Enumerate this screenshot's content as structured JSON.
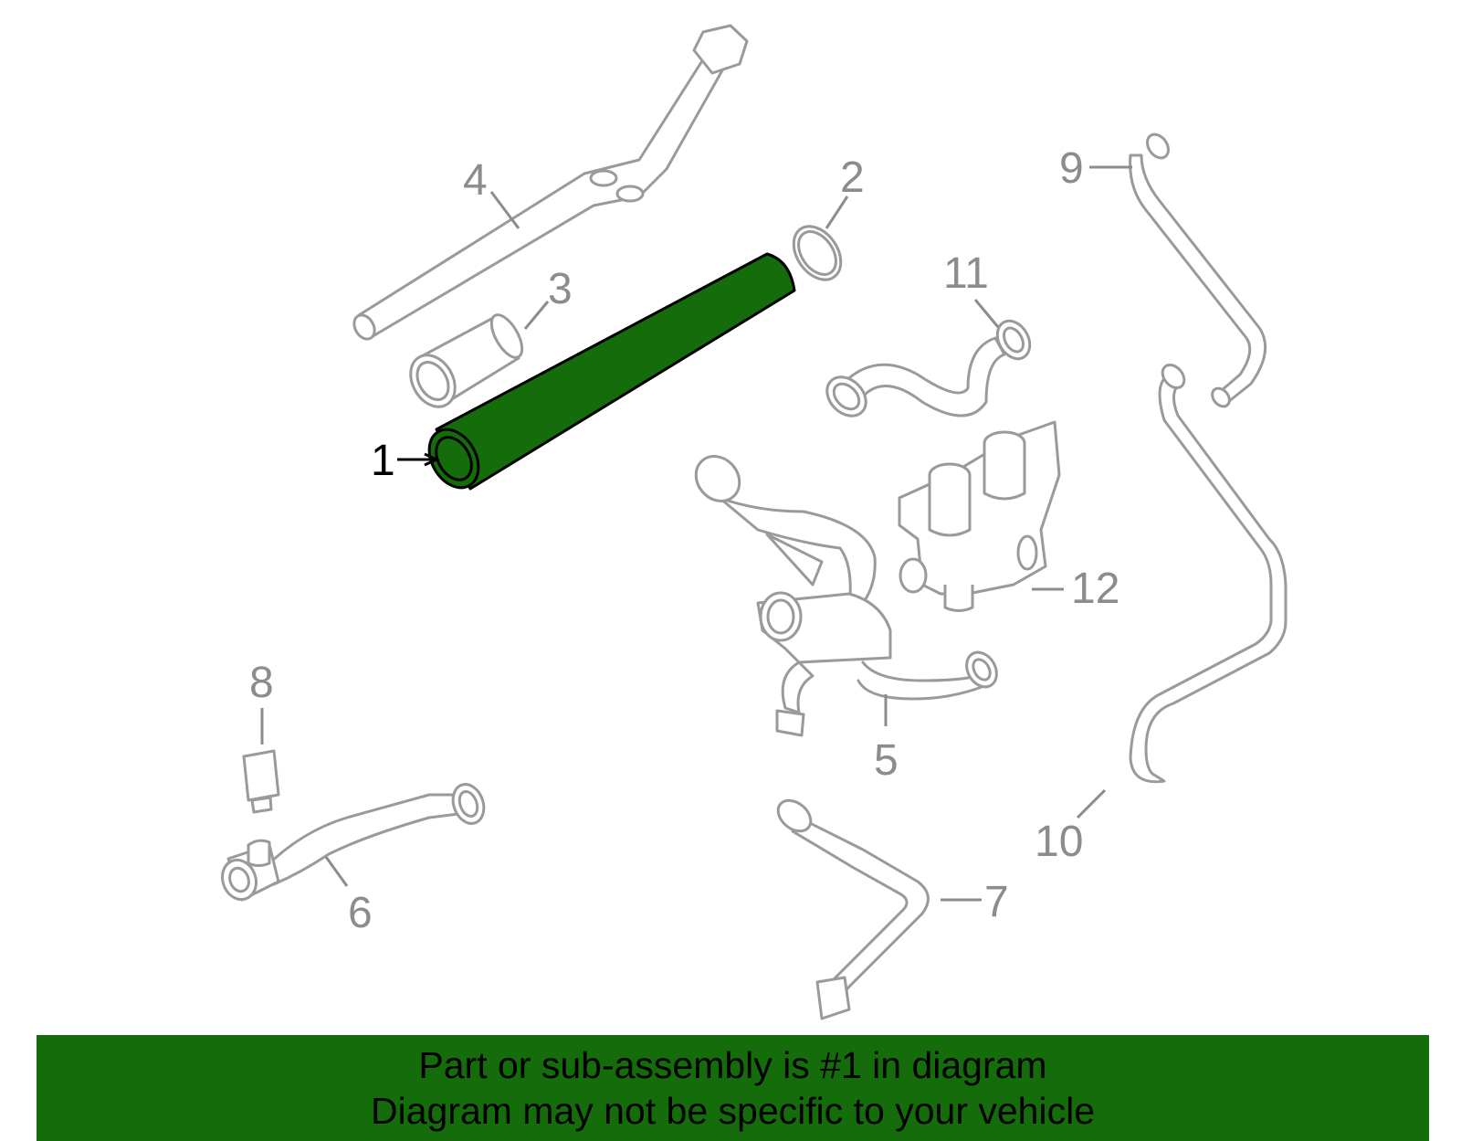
{
  "diagram": {
    "highlight_color": "#146c0a",
    "line_color": "#9a9a9a",
    "callouts": [
      {
        "id": "1",
        "label": "1"
      },
      {
        "id": "2",
        "label": "2"
      },
      {
        "id": "3",
        "label": "3"
      },
      {
        "id": "4",
        "label": "4"
      },
      {
        "id": "5",
        "label": "5"
      },
      {
        "id": "6",
        "label": "6"
      },
      {
        "id": "7",
        "label": "7"
      },
      {
        "id": "8",
        "label": "8"
      },
      {
        "id": "9",
        "label": "9"
      },
      {
        "id": "10",
        "label": "10"
      },
      {
        "id": "11",
        "label": "11"
      },
      {
        "id": "12",
        "label": "12"
      }
    ],
    "highlighted_part": "1"
  },
  "banner": {
    "line1": "Part or sub-assembly is #1 in diagram",
    "line2": "Diagram may not be specific to your vehicle"
  }
}
